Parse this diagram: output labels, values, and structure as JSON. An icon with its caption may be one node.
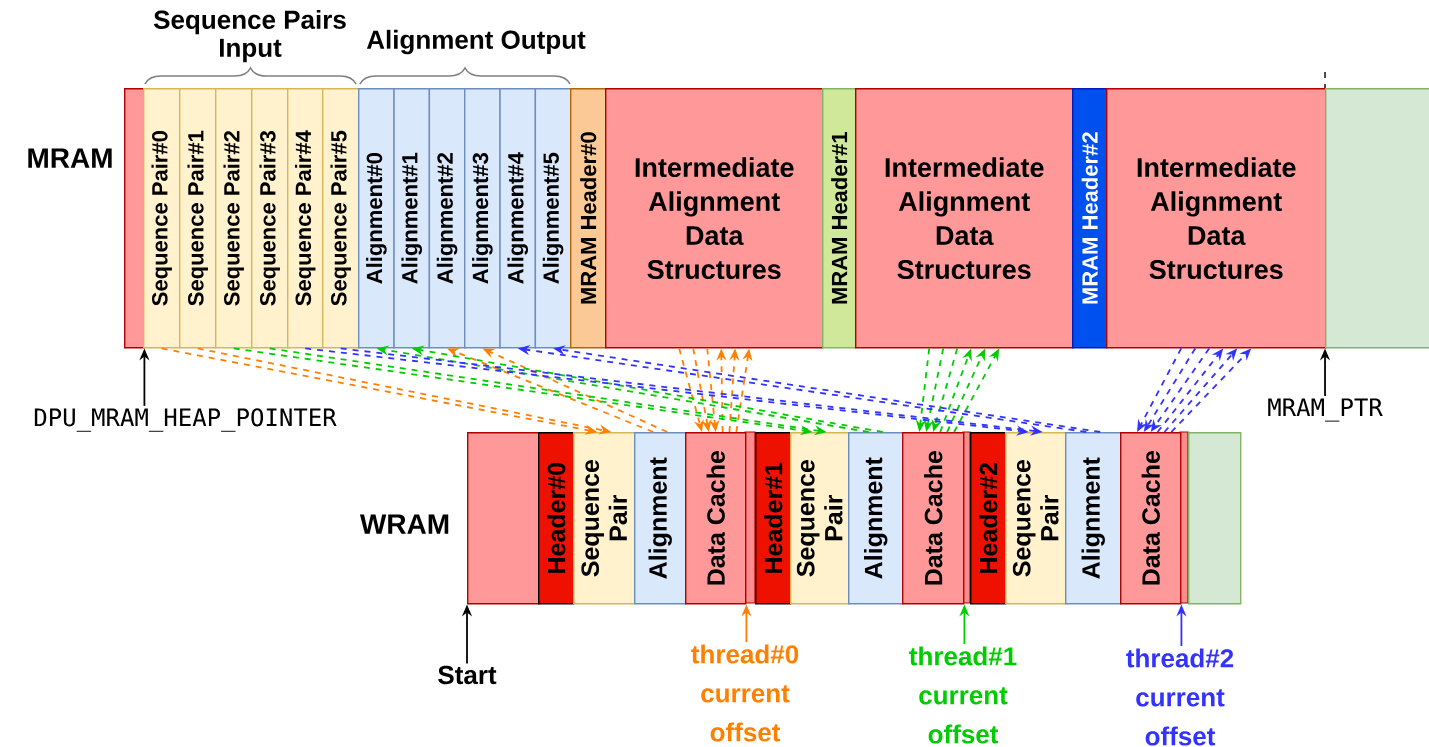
{
  "diagram": {
    "nodes": [
      {
        "text": [],
        "shape": "box",
        "beside": [
          "MRAM"
        ]
      },
      {
        "text": [
          "Sequence Pair#0"
        ]
      },
      {
        "text": [
          "Sequence Pair#1"
        ]
      },
      {
        "text": [
          "Sequence Pair#2"
        ]
      },
      {
        "text": [
          "Sequence Pair#3"
        ]
      },
      {
        "text": [
          "Sequence Pair#4"
        ]
      },
      {
        "text": [
          "Sequence Pair#5"
        ]
      },
      {
        "text": [
          "Alignment#0"
        ]
      },
      {
        "text": [
          "Alignment#1"
        ]
      },
      {
        "text": [
          "Alignment#2"
        ]
      },
      {
        "text": [
          "Alignment#3"
        ]
      },
      {
        "text": [
          "Alignment#4"
        ]
      },
      {
        "text": [
          "Alignment#5"
        ]
      },
      {
        "text": [
          "MRAM Header#0"
        ]
      },
      {
        "text": [
          "Intermediate Alignment Data Structures"
        ]
      },
      {
        "text": [
          "MRAM Header#1"
        ]
      },
      {
        "text": [
          "Intermediate Alignment Data Structures"
        ]
      },
      {
        "text": [
          "MRAM Header#2"
        ]
      },
      {
        "text": [
          "Intermediate Alignment Data Structures"
        ]
      },
      {
        "text": [],
        "shape": "box"
      },
      {
        "text": [],
        "shape": "box",
        "beside": [
          "WRAM"
        ]
      },
      {
        "text": [
          "Header#0"
        ]
      },
      {
        "text": [
          "Sequence Pair"
        ]
      },
      {
        "text": [
          "Alignment"
        ]
      },
      {
        "text": [
          "Data Cache"
        ]
      },
      {
        "text": [
          "Header#1"
        ]
      },
      {
        "text": [
          "Sequence Pair"
        ]
      },
      {
        "text": [
          "Alignment"
        ]
      },
      {
        "text": [
          "Data Cache"
        ]
      },
      {
        "text": [
          "Header#2"
        ]
      },
      {
        "text": [
          "Sequence Pair"
        ]
      },
      {
        "text": [
          "Alignment"
        ]
      },
      {
        "text": [
          "Data Cache"
        ]
      },
      {
        "text": [],
        "shape": "box"
      },
      {
        "text": [
          "DPU_MRAM_HEAP_POINTER"
        ]
      },
      {
        "text": [
          "MRAM_PTR"
        ]
      },
      {
        "text": [
          "Start"
        ]
      },
      {
        "text": [
          "thread#0 current offset"
        ]
      },
      {
        "text": [
          "thread#1 current offset"
        ]
      },
      {
        "text": [
          "thread#2 current offset"
        ]
      }
    ],
    "edges": [
      {
        "from": 34,
        "to": 0,
        "arrow": "to",
        "color": "#000000"
      },
      {
        "from": 35,
        "to": 19,
        "arrow": "to",
        "color": "#000000"
      },
      {
        "from": 36,
        "to": 20,
        "arrow": "to",
        "color": "#000000"
      },
      {
        "from": 37,
        "to": 24,
        "arrow": "to",
        "color": "#ff8000"
      },
      {
        "from": 38,
        "to": 28,
        "arrow": "to",
        "color": "#00cc00"
      },
      {
        "from": 39,
        "to": 32,
        "arrow": "to",
        "color": "#3333ff"
      },
      {
        "from": 1,
        "to": 22,
        "arrow": "to",
        "style": "dashed",
        "color": "#ff8000"
      },
      {
        "from": 2,
        "to": 22,
        "arrow": "to",
        "style": "dashed",
        "color": "#ff8000"
      },
      {
        "from": 23,
        "to": 9,
        "arrow": "to",
        "style": "dashed",
        "color": "#ff8000"
      },
      {
        "from": 23,
        "to": 10,
        "arrow": "to",
        "style": "dashed",
        "color": "#ff8000"
      },
      {
        "from": 14,
        "to": 24,
        "arrow": "to",
        "style": "dashed",
        "color": "#ff8000"
      },
      {
        "from": 14,
        "to": 24,
        "arrow": "to",
        "style": "dashed",
        "color": "#ff8000"
      },
      {
        "from": 14,
        "to": 24,
        "arrow": "to",
        "style": "dashed",
        "color": "#ff8000"
      },
      {
        "from": 24,
        "to": 14,
        "arrow": "to",
        "style": "dashed",
        "color": "#ff8000"
      },
      {
        "from": 24,
        "to": 14,
        "arrow": "to",
        "style": "dashed",
        "color": "#ff8000"
      },
      {
        "from": 24,
        "to": 14,
        "arrow": "to",
        "style": "dashed",
        "color": "#ff8000"
      },
      {
        "from": 3,
        "to": 26,
        "arrow": "to",
        "style": "dashed",
        "color": "#00cc00"
      },
      {
        "from": 4,
        "to": 26,
        "arrow": "to",
        "style": "dashed",
        "color": "#00cc00"
      },
      {
        "from": 27,
        "to": 7,
        "arrow": "to",
        "style": "dashed",
        "color": "#00cc00"
      },
      {
        "from": 27,
        "to": 8,
        "arrow": "to",
        "style": "dashed",
        "color": "#00cc00"
      },
      {
        "from": 16,
        "to": 28,
        "arrow": "to",
        "style": "dashed",
        "color": "#00cc00"
      },
      {
        "from": 16,
        "to": 28,
        "arrow": "to",
        "style": "dashed",
        "color": "#00cc00"
      },
      {
        "from": 16,
        "to": 28,
        "arrow": "to",
        "style": "dashed",
        "color": "#00cc00"
      },
      {
        "from": 28,
        "to": 16,
        "arrow": "to",
        "style": "dashed",
        "color": "#00cc00"
      },
      {
        "from": 28,
        "to": 16,
        "arrow": "to",
        "style": "dashed",
        "color": "#00cc00"
      },
      {
        "from": 28,
        "to": 16,
        "arrow": "to",
        "style": "dashed",
        "color": "#00cc00"
      },
      {
        "from": 5,
        "to": 30,
        "arrow": "to",
        "style": "dashed",
        "color": "#3333ff"
      },
      {
        "from": 6,
        "to": 30,
        "arrow": "to",
        "style": "dashed",
        "color": "#3333ff"
      },
      {
        "from": 31,
        "to": 11,
        "arrow": "to",
        "style": "dashed",
        "color": "#3333ff"
      },
      {
        "from": 31,
        "to": 12,
        "arrow": "to",
        "style": "dashed",
        "color": "#3333ff"
      },
      {
        "from": 18,
        "to": 32,
        "arrow": "to",
        "style": "dashed",
        "color": "#3333ff"
      },
      {
        "from": 18,
        "to": 32,
        "arrow": "to",
        "style": "dashed",
        "color": "#3333ff"
      },
      {
        "from": 18,
        "to": 32,
        "arrow": "to",
        "style": "dashed",
        "color": "#3333ff"
      },
      {
        "from": 32,
        "to": 18,
        "arrow": "to",
        "style": "dashed",
        "color": "#3333ff"
      },
      {
        "from": 32,
        "to": 18,
        "arrow": "to",
        "style": "dashed",
        "color": "#3333ff"
      },
      {
        "from": 32,
        "to": 18,
        "arrow": "to",
        "style": "dashed",
        "color": "#3333ff"
      }
    ],
    "labels": [
      "Sequence Pairs Input",
      "Alignment Output"
    ]
  }
}
